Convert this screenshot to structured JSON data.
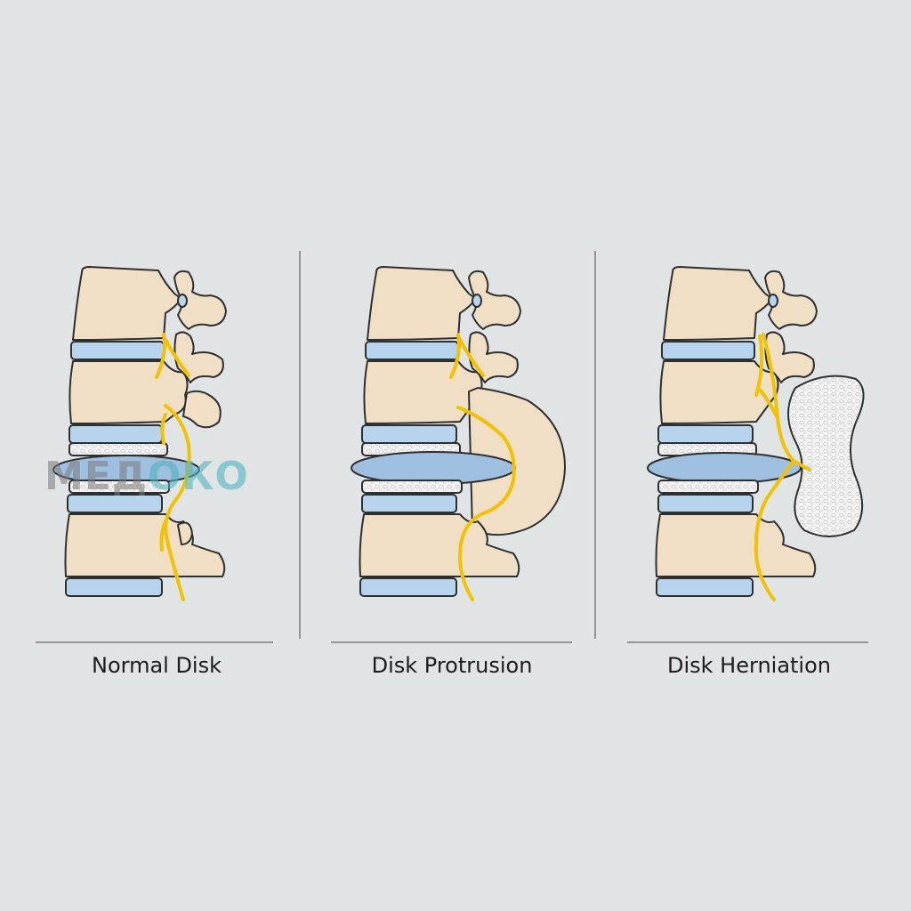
{
  "panels": [
    {
      "id": "normal",
      "caption": "Normal Disk"
    },
    {
      "id": "protrusion",
      "caption": "Disk Protrusion"
    },
    {
      "id": "herniation",
      "caption": "Disk Herniation"
    }
  ],
  "watermark": {
    "prefix": "МЕД",
    "accent": "ОКО"
  },
  "colors": {
    "background": "#e0e4e5",
    "bone": "#f0dfc4",
    "disk": "#b6d4ee",
    "nucleus": "#9fbfe0",
    "nerve": "#f2c200",
    "outline": "#2f2f2f",
    "divider": "#7a7a7a",
    "herniated_fragment": "#f3f3f3"
  }
}
